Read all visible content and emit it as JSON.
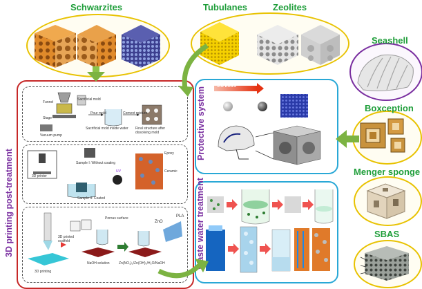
{
  "titles": {
    "schwarzites": "Schwarzites",
    "tubulanes": "Tubulanes",
    "zeolites": "Zeolites",
    "seashell": "Seashell",
    "boxception": "Boxception",
    "menger_sponge": "Menger sponge",
    "sbas": "SBAS"
  },
  "side_labels": {
    "printing": "3D printing post-treatment",
    "protective": "Protective system",
    "waste_water": "Waste water treatment"
  },
  "protective": {
    "speed": "5.8 km/s"
  },
  "printing_panel": {
    "panel1": {
      "funnel": "Funnel",
      "stage": "Stage",
      "vacuum": "Vacuum pump",
      "sacrificial_mold": "Sacrificial mold",
      "pour": "Pour mold",
      "cement": "Cement mixture",
      "inside_water": "Sacrificial mold inside water",
      "final": "Final structure after dissolving mold"
    },
    "panel2": {
      "printer": "3D printer",
      "sample1": "Sample I: Without coating",
      "sample2": "Sample II: Coated",
      "uv": "UV",
      "epoxy": "Epoxy",
      "ceramic": "Ceramic"
    },
    "panel3": {
      "printing": "3D printing",
      "scaffold": "3D printed scaffold",
      "porous": "Porous surface",
      "zno": "ZnO",
      "pla": "PLA",
      "naoh": "NaOH solution",
      "zn_solution": "Zn(NO₃)₂/Zn(OH)₂/H₂O/NaOH"
    }
  }
}
